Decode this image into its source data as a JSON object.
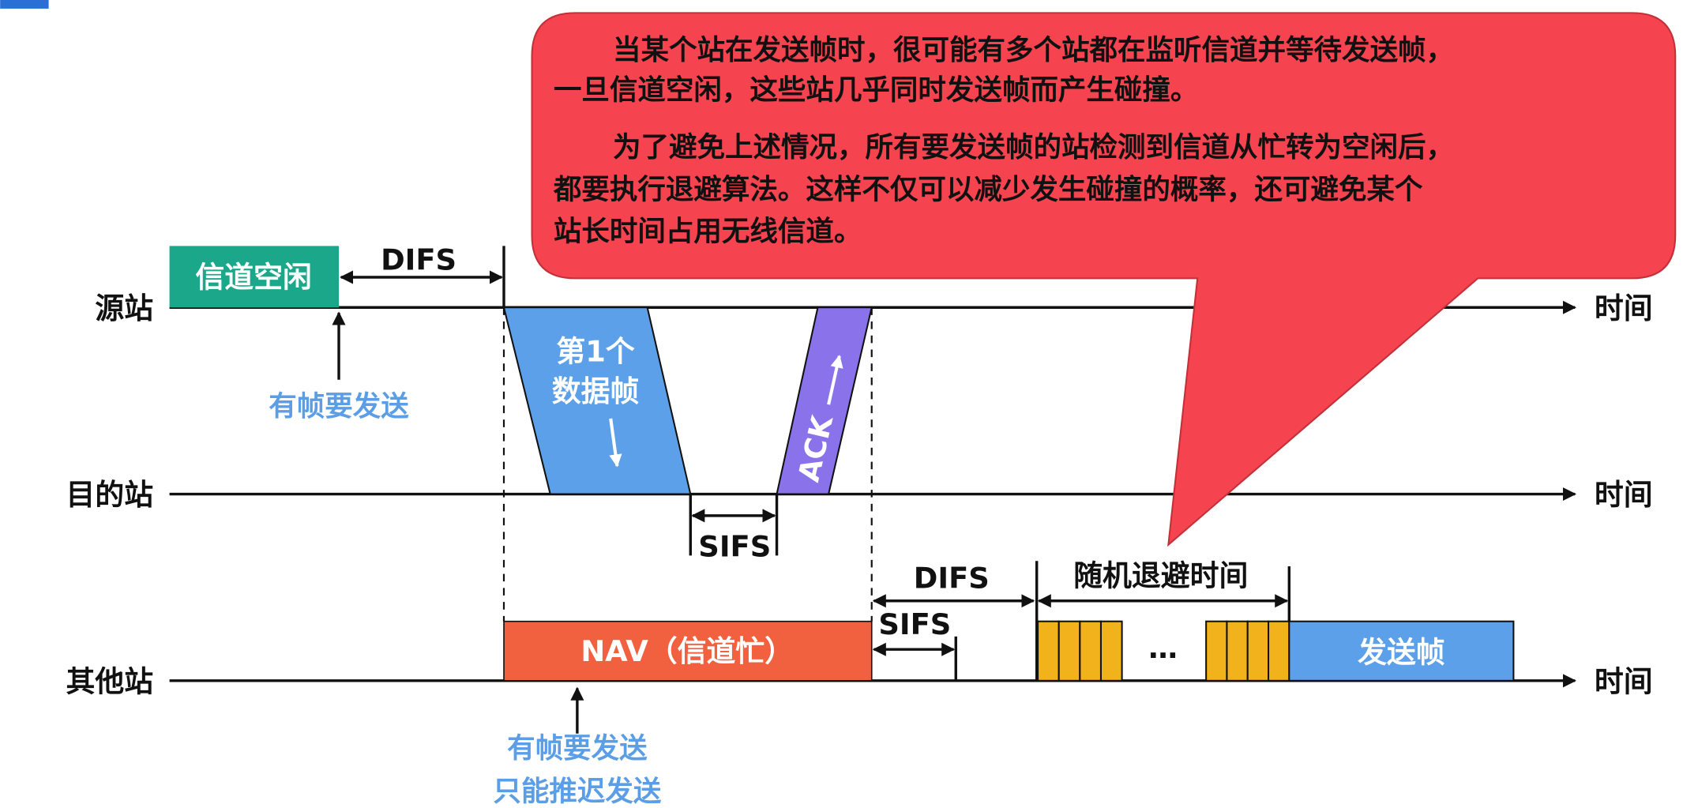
{
  "stations": {
    "source": "源站",
    "destination": "目的站",
    "others": "其他站"
  },
  "time_label": "时间",
  "source": {
    "idle_box": "信道空闲",
    "difs": "DIFS",
    "has_frame": "有帧要发送"
  },
  "data_frame": {
    "line1": "第1个",
    "line2": "数据帧"
  },
  "ack": "ACK",
  "sifs": "SIFS",
  "others": {
    "nav": "NAV（信道忙）",
    "difs": "DIFS",
    "sifs": "SIFS",
    "backoff": "随机退避时间",
    "ellipsis": "…",
    "send_frame": "发送帧",
    "note_line1": "有帧要发送",
    "note_line2": "只能推迟发送"
  },
  "callout": {
    "lines": [
      "当某个站在发送帧时，很可能有多个站都在监听信道并等待发送帧，",
      "一旦信道空闲，这些站几乎同时发送帧而产生碰撞。",
      "为了避免上述情况，所有要发送帧的站检测到信道从忙转为空闲后，",
      "都要执行退避算法。这样不仅可以减少发生碰撞的概率，还可避免某个",
      "站长时间占用无线信道。"
    ]
  },
  "colors": {
    "callout": "#f5434f",
    "idle": "#1ba88a",
    "frame": "#5ba0e8",
    "ack": "#8a72ea",
    "nav": "#f1603f",
    "slot": "#f2b21c"
  }
}
